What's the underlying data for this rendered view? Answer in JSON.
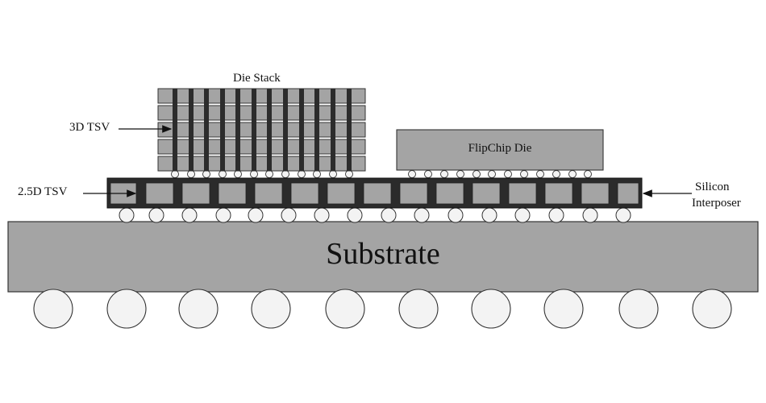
{
  "labels": {
    "die_stack": "Die Stack",
    "tsv_3d": "3D TSV",
    "tsv_25d": "2.5D TSV",
    "flipchip_die": "FlipChip Die",
    "silicon_interposer_line1": "Silicon",
    "silicon_interposer_line2": "Interposer",
    "substrate": "Substrate"
  },
  "colors": {
    "die_fill": "#a4a4a4",
    "tsv_fill": "#2c2c2c",
    "interposer_body": "#2b2b2b",
    "substrate_fill": "#a4a4a4",
    "bump_fill": "#f3f3f3",
    "outline": "#333333"
  }
}
